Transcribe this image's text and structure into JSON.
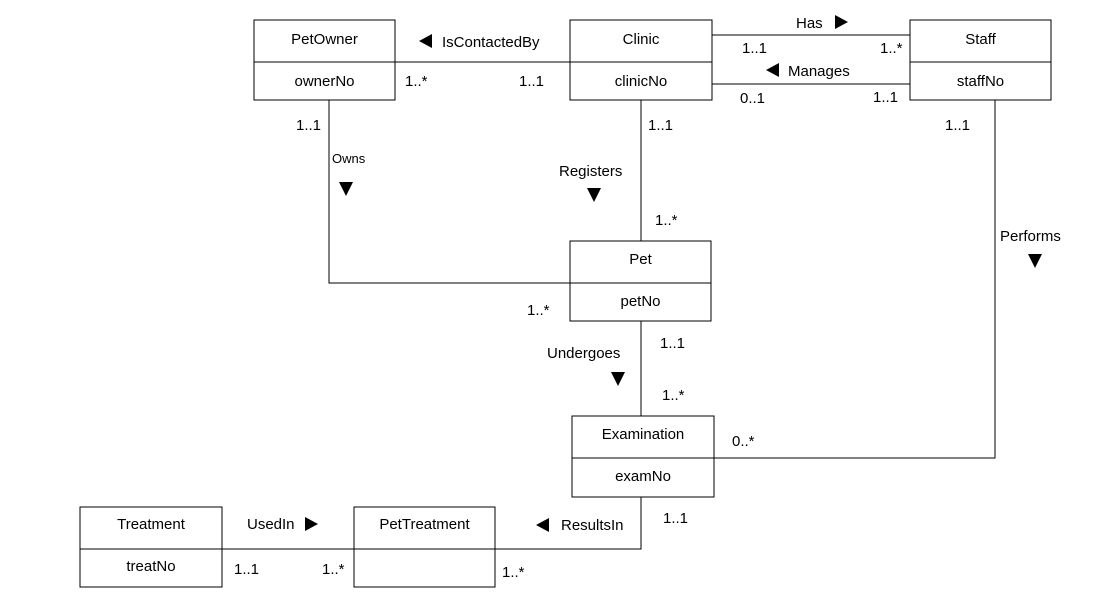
{
  "entities": {
    "petowner": {
      "name": "PetOwner",
      "attr": "ownerNo"
    },
    "clinic": {
      "name": "Clinic",
      "attr": "clinicNo"
    },
    "staff": {
      "name": "Staff",
      "attr": "staffNo"
    },
    "pet": {
      "name": "Pet",
      "attr": "petNo"
    },
    "examination": {
      "name": "Examination",
      "attr": "examNo"
    },
    "treatment": {
      "name": "Treatment",
      "attr": "treatNo"
    },
    "pettreatment": {
      "name": "PetTreatment",
      "attr": ""
    }
  },
  "relationships": {
    "iscontactedby": "IsContactedBy",
    "has": "Has",
    "manages": "Manages",
    "owns": "Owns",
    "registers": "Registers",
    "performs": "Performs",
    "undergoes": "Undergoes",
    "usedin": "UsedIn",
    "resultsin": "ResultsIn"
  },
  "multiplicities": {
    "iscontactedby_owner": "1..*",
    "iscontactedby_clinic": "1..1",
    "has_clinic": "1..1",
    "has_staff": "1..*",
    "manages_clinic": "0..1",
    "manages_staff": "1..1",
    "owns_owner": "1..1",
    "owns_pet": "1..*",
    "registers_clinic": "1..1",
    "registers_pet": "1..*",
    "performs_staff": "1..1",
    "performs_exam": "0..*",
    "undergoes_pet": "1..1",
    "undergoes_exam": "1..*",
    "resultsin_exam": "1..1",
    "resultsin_pettreatment": "1..*",
    "usedin_treatment": "1..1",
    "usedin_pettreatment": "1..*"
  }
}
